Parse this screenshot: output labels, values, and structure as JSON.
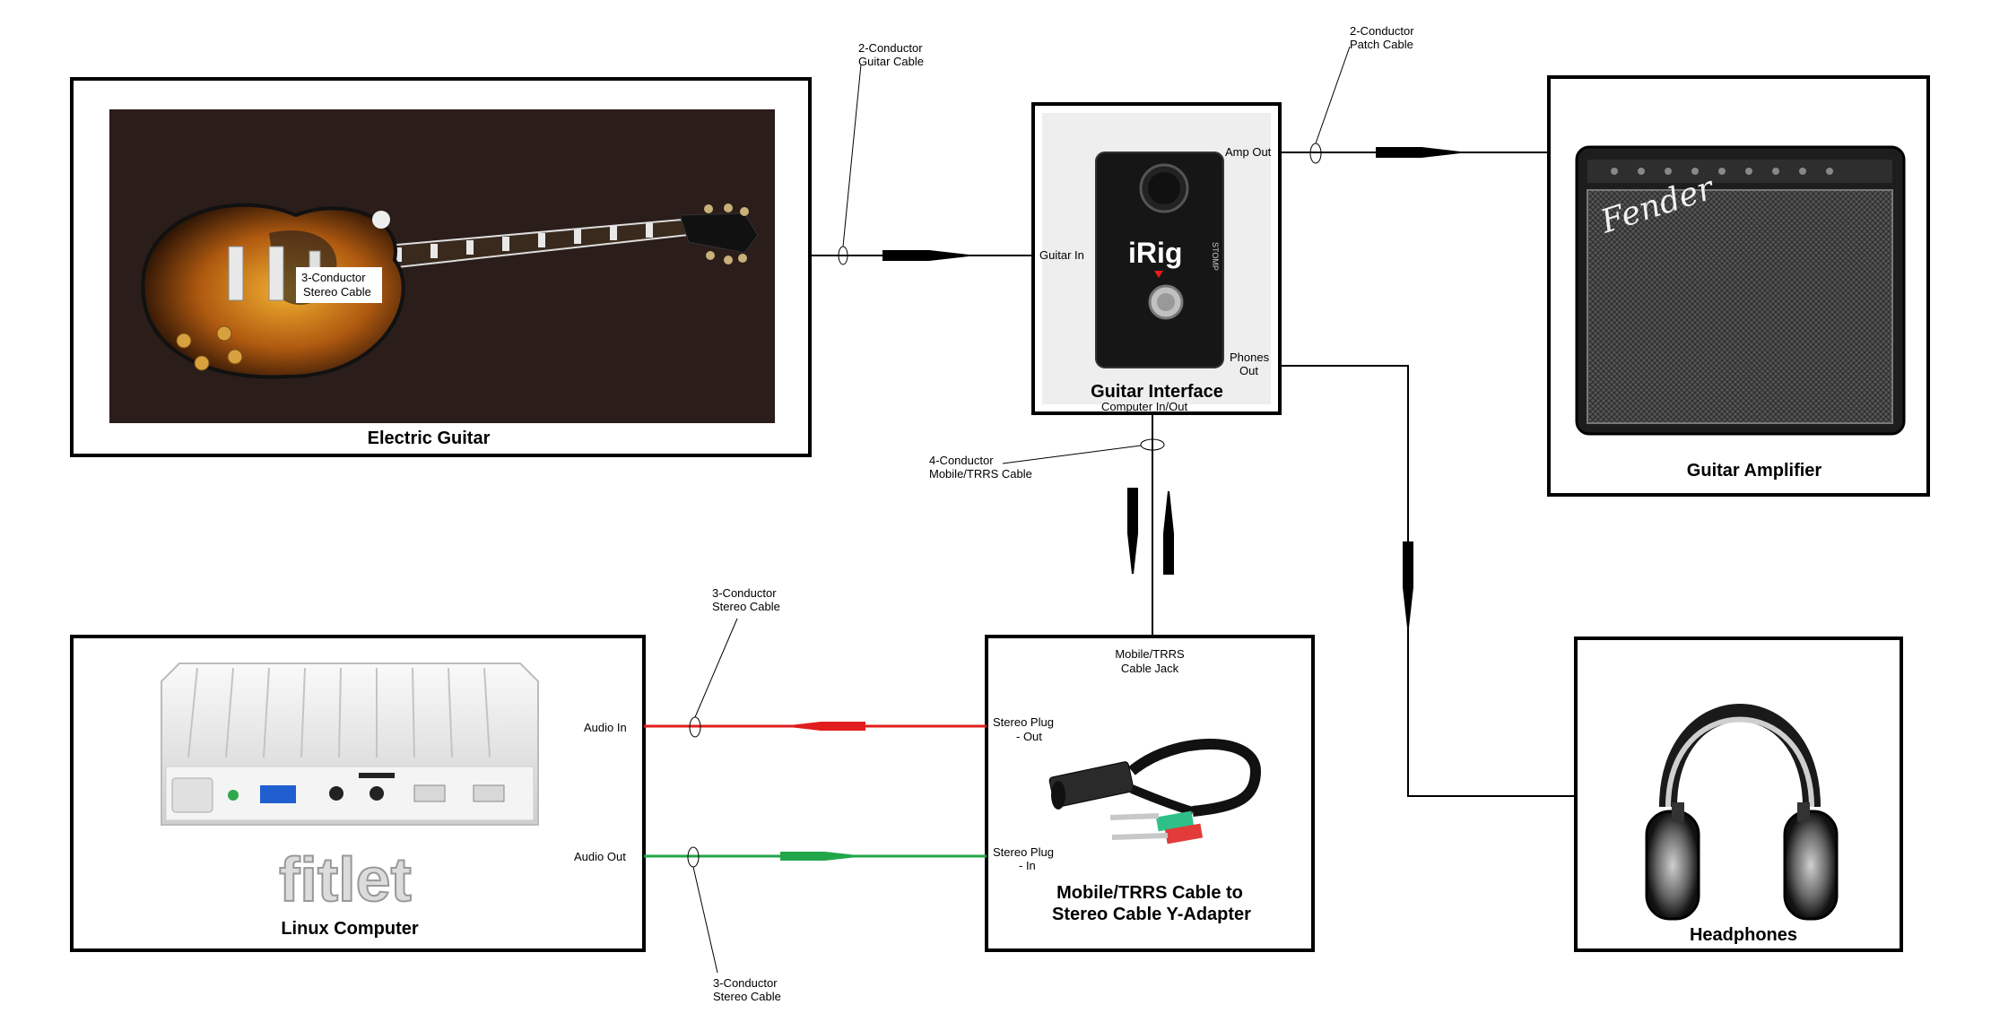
{
  "devices": {
    "guitar": {
      "title": "Electric Guitar",
      "inner_label_1": "3-Conductor",
      "inner_label_2": "Stereo Cable"
    },
    "interface": {
      "title": "Guitar Interface",
      "brand": "iRig",
      "model": "STOMP",
      "port_guitar_in": "Guitar In",
      "port_amp_out": "Amp Out",
      "port_phones_out_1": "Phones",
      "port_phones_out_2": "Out",
      "port_computer": "Computer In/Out"
    },
    "amplifier": {
      "title": "Guitar Amplifier",
      "brand": "Fender"
    },
    "computer": {
      "title": "Linux Computer",
      "brand": "fitlet",
      "port_audio_in": "Audio In",
      "port_audio_out": "Audio Out"
    },
    "adapter": {
      "title_1": "Mobile/TRRS Cable to",
      "title_2": "Stereo Cable Y-Adapter",
      "jack_1": "Mobile/TRRS",
      "jack_2": "Cable Jack",
      "plug_out_1": "Stereo Plug",
      "plug_out_2": "- Out",
      "plug_in_1": "Stereo Plug",
      "plug_in_2": "- In"
    },
    "headphones": {
      "title": "Headphones"
    }
  },
  "cables": {
    "guitar_cable": {
      "line1": "2-Conductor",
      "line2": "Guitar Cable"
    },
    "patch_cable": {
      "line1": "2-Conductor",
      "line2": "Patch Cable"
    },
    "trrs_cable": {
      "line1": "4-Conductor",
      "line2": "Mobile/TRRS Cable"
    },
    "stereo_in": {
      "line1": "3-Conductor",
      "line2": "Stereo Cable"
    },
    "stereo_out": {
      "line1": "3-Conductor",
      "line2": "Stereo Cable"
    }
  },
  "colors": {
    "signal_in": "#e11d1d",
    "signal_out": "#22a64a",
    "line": "#000000"
  }
}
